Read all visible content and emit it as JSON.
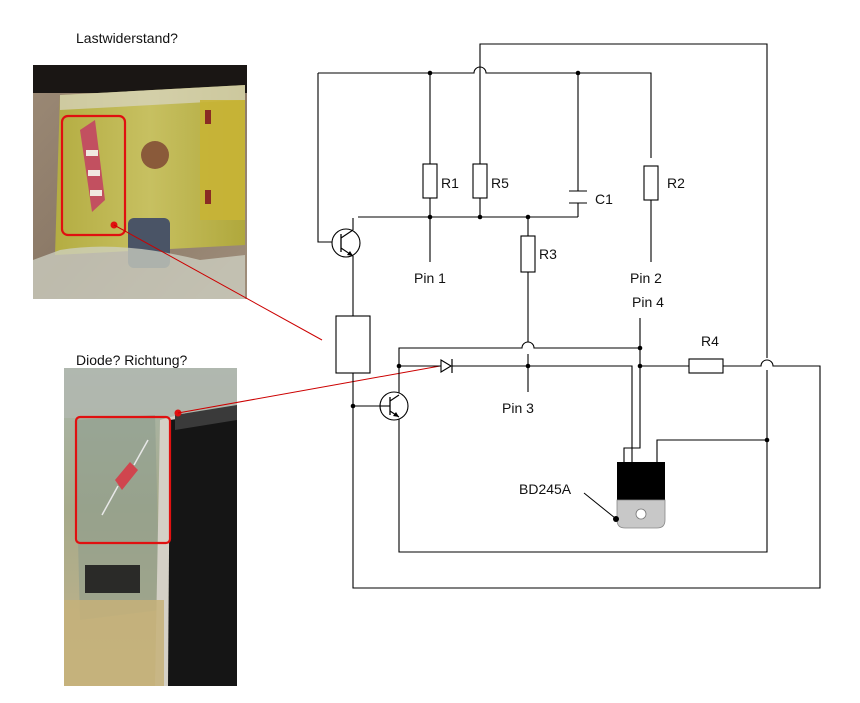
{
  "captions": {
    "photo1": "Lastwiderstand?",
    "photo2": "Diode? Richtung?"
  },
  "labels": {
    "r1": "R1",
    "r5": "R5",
    "c1": "C1",
    "r2": "R2",
    "r3": "R3",
    "r4": "R4",
    "pin1": "Pin 1",
    "pin2": "Pin 2",
    "pin3": "Pin 3",
    "pin4": "Pin 4",
    "transistor": "BD245A"
  },
  "colors": {
    "wire": "#000000",
    "annotation": "#cc0000",
    "highlight_box": "#e01010",
    "board_green": "#b9b24a",
    "heatsink": "#151515",
    "transistor_body": "#000000",
    "transistor_tab": "#c8c8c8"
  }
}
